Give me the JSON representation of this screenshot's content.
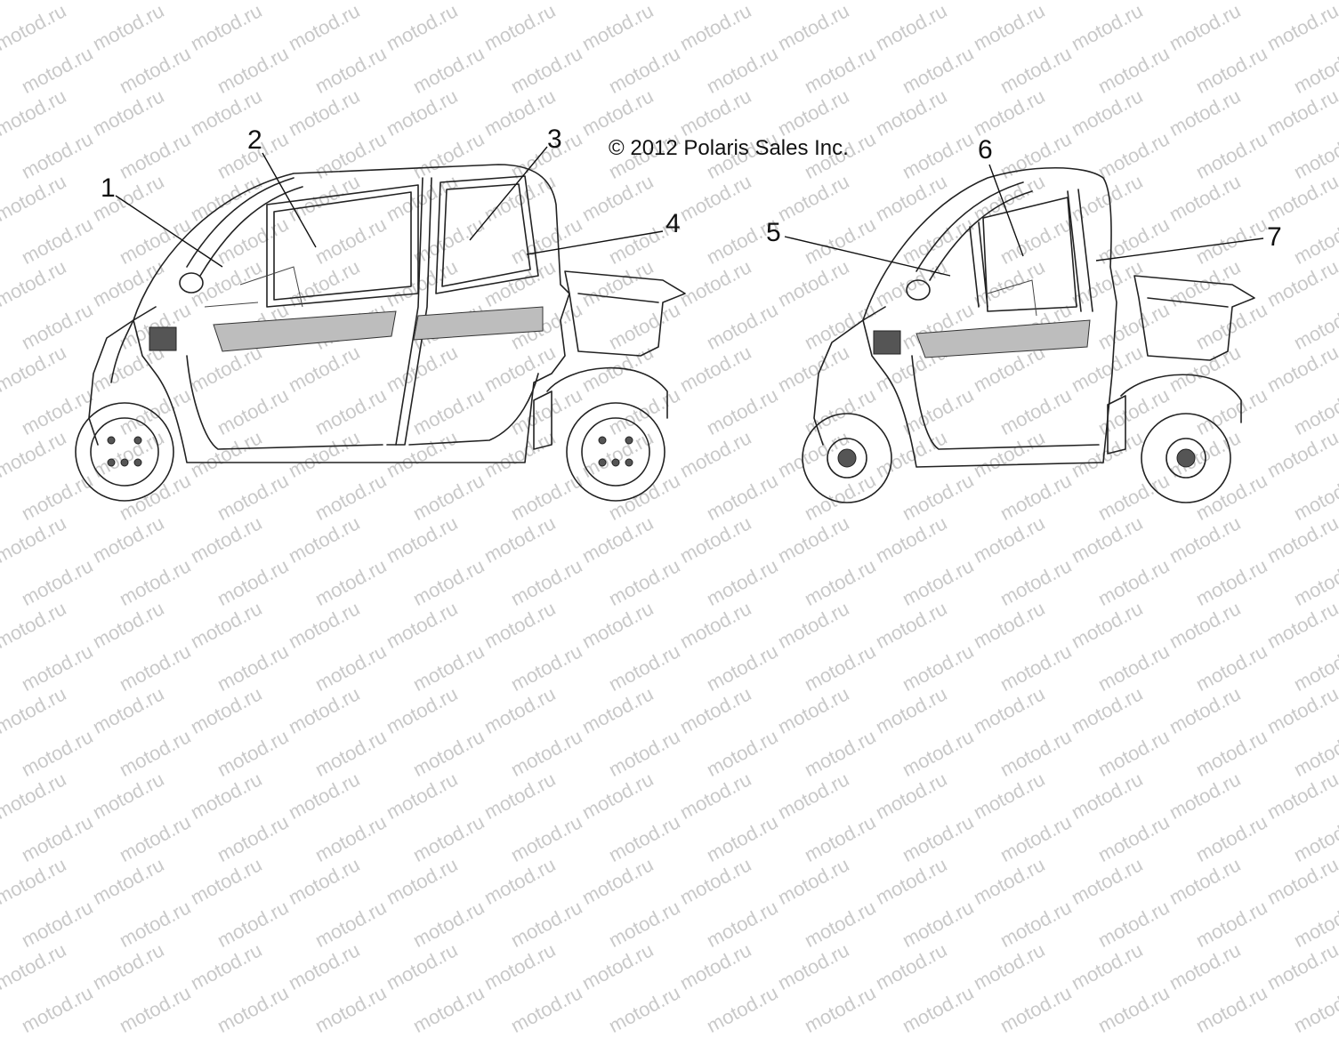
{
  "watermark": {
    "text": "motod.ru",
    "color": "#c9c9c9"
  },
  "copyright": "© 2012 Polaris Sales Inc.",
  "vehicles": [
    {
      "name": "four-door-vehicle",
      "callouts": [
        "1",
        "2",
        "3",
        "4"
      ]
    },
    {
      "name": "two-door-vehicle",
      "callouts": [
        "5",
        "6",
        "7"
      ]
    }
  ]
}
